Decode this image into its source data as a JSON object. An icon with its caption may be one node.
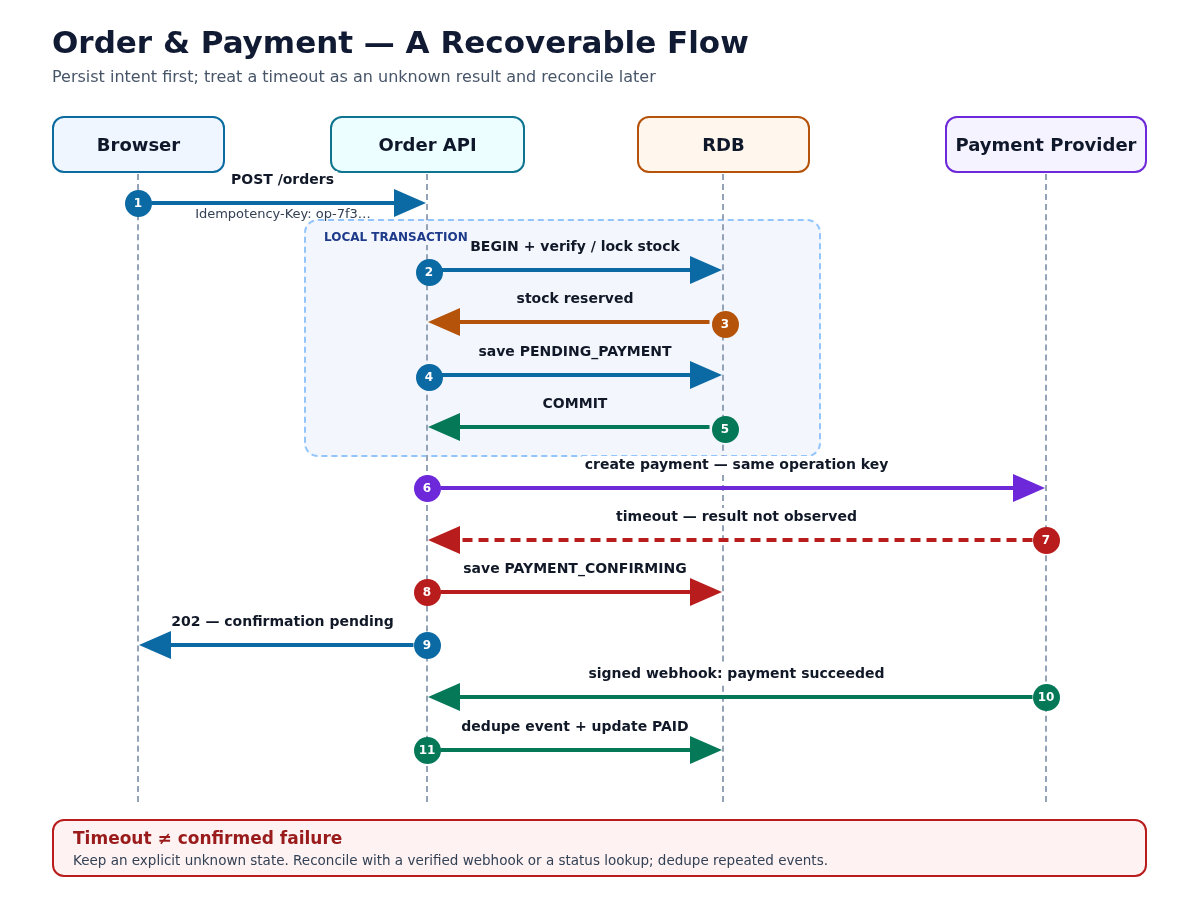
{
  "diagram": {
    "title": "Order & Payment — A Recoverable Flow",
    "nodes": [
      {
        "text": [
          "Browser"
        ]
      },
      {
        "text": [
          "Order API"
        ]
      },
      {
        "text": [
          "RDB"
        ]
      },
      {
        "text": [
          "Payment Provider"
        ]
      },
      {
        "text": [],
        "shape": "line"
      },
      {
        "text": [],
        "shape": "line"
      },
      {
        "text": [],
        "shape": "line"
      },
      {
        "text": [],
        "shape": "line"
      },
      {
        "text": [
          "1"
        ]
      },
      {
        "text": [
          "LOCAL TRANSACTION"
        ]
      },
      {
        "text": [
          "2"
        ],
        "in": 9
      },
      {
        "text": [
          "3"
        ],
        "in": 9
      },
      {
        "text": [
          "4"
        ],
        "in": 9
      },
      {
        "text": [
          "5"
        ],
        "in": 9
      },
      {
        "text": [
          "6"
        ]
      },
      {
        "text": [
          "7"
        ]
      },
      {
        "text": [
          "8"
        ]
      },
      {
        "text": [
          "9"
        ]
      },
      {
        "text": [
          "10"
        ]
      },
      {
        "text": [
          "11"
        ]
      },
      {
        "text": [
          "Timeout ≠ confirmed failure",
          "Keep an explicit unknown state. Reconcile with a verified webhook or a status lookup; dedupe repeated events."
        ]
      }
    ],
    "edges": [
      {
        "from": 8,
        "to": 5,
        "arrow": "to",
        "label": "POST /orders"
      },
      {
        "from": 10,
        "to": 6,
        "arrow": "to",
        "label": "BEGIN + verify / lock stock"
      },
      {
        "from": 11,
        "to": 5,
        "arrow": "to",
        "label": "stock reserved",
        "color": "#b45309"
      },
      {
        "from": 12,
        "to": 6,
        "arrow": "to",
        "label": "save PENDING_PAYMENT"
      },
      {
        "from": 13,
        "to": 5,
        "arrow": "to",
        "label": "COMMIT",
        "color": "#047857"
      },
      {
        "from": 14,
        "to": 7,
        "arrow": "to",
        "label": "create payment — same operation key",
        "color": "#6d28d9"
      },
      {
        "from": 15,
        "to": 5,
        "arrow": "to",
        "label": "timeout — result not observed",
        "style": "dashed",
        "color": "#b91c1c"
      },
      {
        "from": 16,
        "to": 6,
        "arrow": "to",
        "label": "save PAYMENT_CONFIRMING",
        "color": "#b91c1c"
      },
      {
        "from": 17,
        "to": 4,
        "arrow": "to",
        "label": "202 — confirmation pending"
      },
      {
        "from": 18,
        "to": 5,
        "arrow": "to",
        "label": "signed webhook: payment succeeded",
        "color": "#047857"
      },
      {
        "from": 19,
        "to": 6,
        "arrow": "to",
        "label": "dedupe event + update PAID",
        "color": "#047857"
      }
    ],
    "labels": [
      "Persist intent first; treat a timeout as an unknown result and reconcile later",
      "Idempotency-Key: op-7f3…"
    ]
  }
}
